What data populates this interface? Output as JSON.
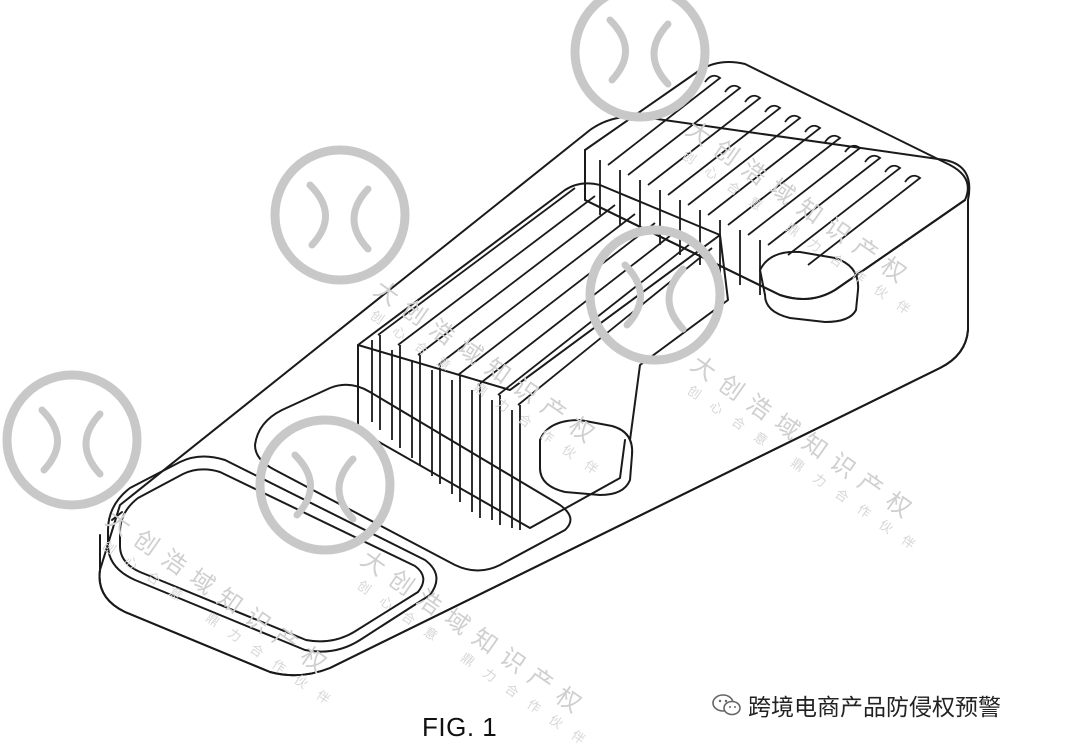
{
  "figure": {
    "caption": "FIG. 1"
  },
  "watermark": {
    "brand_text": "跨境电商产品防侵权预警",
    "seal_text": "大创浩域知识产权",
    "seal_subtext": "创心合意 鼎力合作伙伴"
  },
  "colors": {
    "line": "#1a1a1a",
    "watermark": "#c8c8c8"
  },
  "icons": [
    "wechat-icon",
    "seal-logo-icon"
  ]
}
